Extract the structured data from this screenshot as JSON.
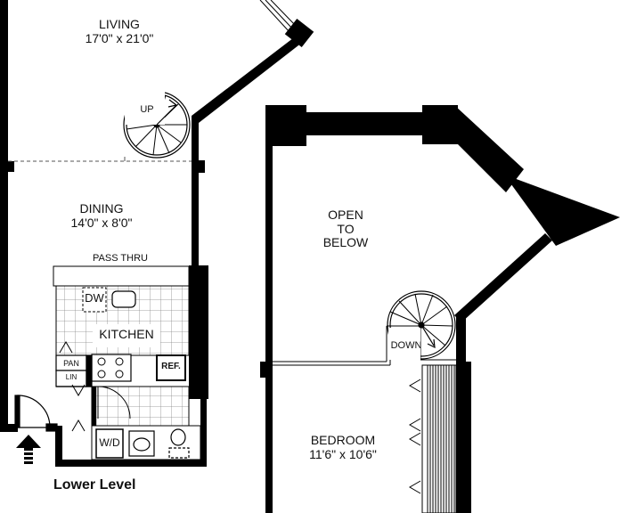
{
  "rooms": {
    "living": {
      "name": "LIVING",
      "dims": "17'0\" x 21'0\""
    },
    "dining": {
      "name": "DINING",
      "dims": "14'0\" x 8'0\""
    },
    "kitchen": {
      "name": "KITCHEN"
    },
    "bedroom": {
      "name": "BEDROOM",
      "dims": "11'6\" x 10'6\""
    },
    "open_to_below": {
      "line1": "OPEN",
      "line2": "TO",
      "line3": "BELOW"
    }
  },
  "labels": {
    "pass_thru": "PASS THRU",
    "dw": "DW",
    "ref": "REF.",
    "pan": "PAN",
    "lin": "LIN",
    "wd": "W/D",
    "stair_up": "UP",
    "stair_down": "DOWN",
    "level": "Lower Level"
  },
  "icons": {
    "entry": "entry-arrow-icon",
    "spiral_up": "spiral-stair-icon",
    "spiral_down": "spiral-stair-icon"
  },
  "colors": {
    "wall": "#000000",
    "background": "#ffffff",
    "grid": "#777777"
  }
}
